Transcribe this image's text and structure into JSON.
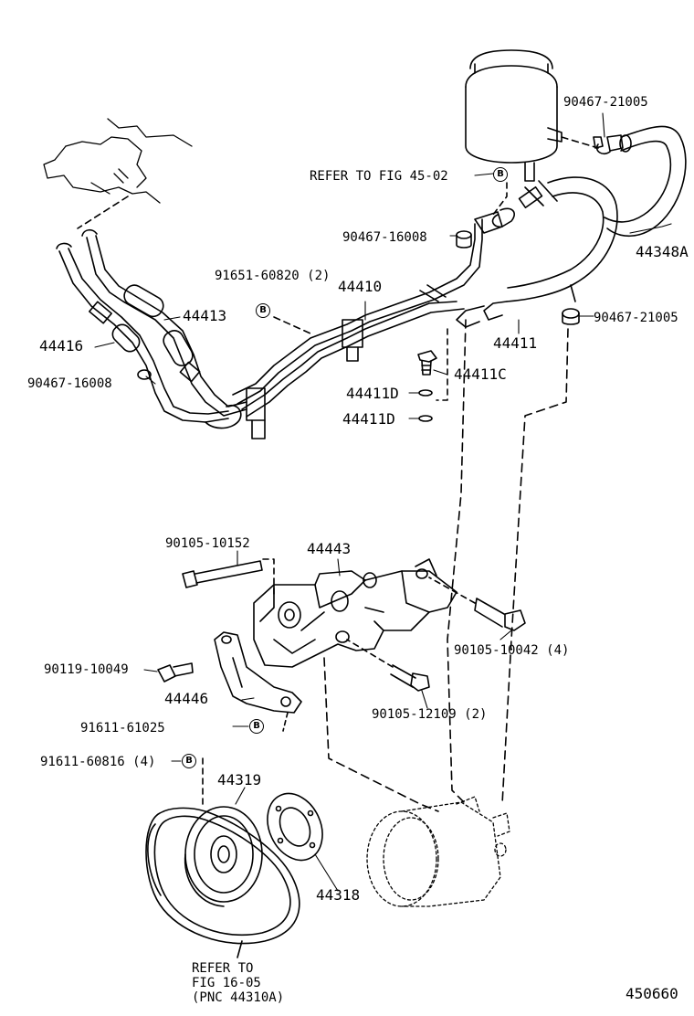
{
  "labels": {
    "p90467_21005_top": "90467-21005",
    "refer_fig_45_02": "REFER TO FIG 45-02",
    "p44348a": "44348A",
    "p90467_16008_mid": "90467-16008",
    "p91651_60820": "91651-60820 (2)",
    "p44410": "44410",
    "p44413": "44413",
    "p90467_21005_right": "90467-21005",
    "p44416": "44416",
    "p44411": "44411",
    "p90467_16008_left": "90467-16008",
    "p44411c": "44411C",
    "p44411d_a": "44411D",
    "p44411d_b": "44411D",
    "p90105_10152": "90105-10152",
    "p44443": "44443",
    "p90105_10042": "90105-10042 (4)",
    "p90119_10049": "90119-10049",
    "p90105_12109": "90105-12109 (2)",
    "p44446": "44446",
    "p91611_61025": "91611-61025",
    "p91611_60816": "91611-60816 (4)",
    "p44319": "44319",
    "p44318": "44318",
    "refer_fig_16_05": "REFER TO\nFIG 16-05\n(PNC 44310A)",
    "diagram_number": "450660"
  },
  "marker_letter": "B"
}
